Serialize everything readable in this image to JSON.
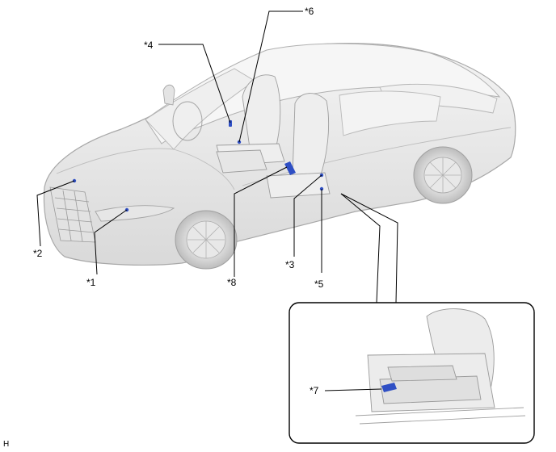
{
  "callouts": {
    "c1": "*1",
    "c2": "*2",
    "c3": "*3",
    "c4": "*4",
    "c5": "*5",
    "c6": "*6",
    "c7": "*7",
    "c8": "*8"
  },
  "corner_code": "H",
  "colors": {
    "leader": "#000000",
    "component": "#2f4fc4",
    "body_fill": "#ebebeb",
    "body_stroke": "#a8a8a8",
    "inset_border": "#000000"
  }
}
